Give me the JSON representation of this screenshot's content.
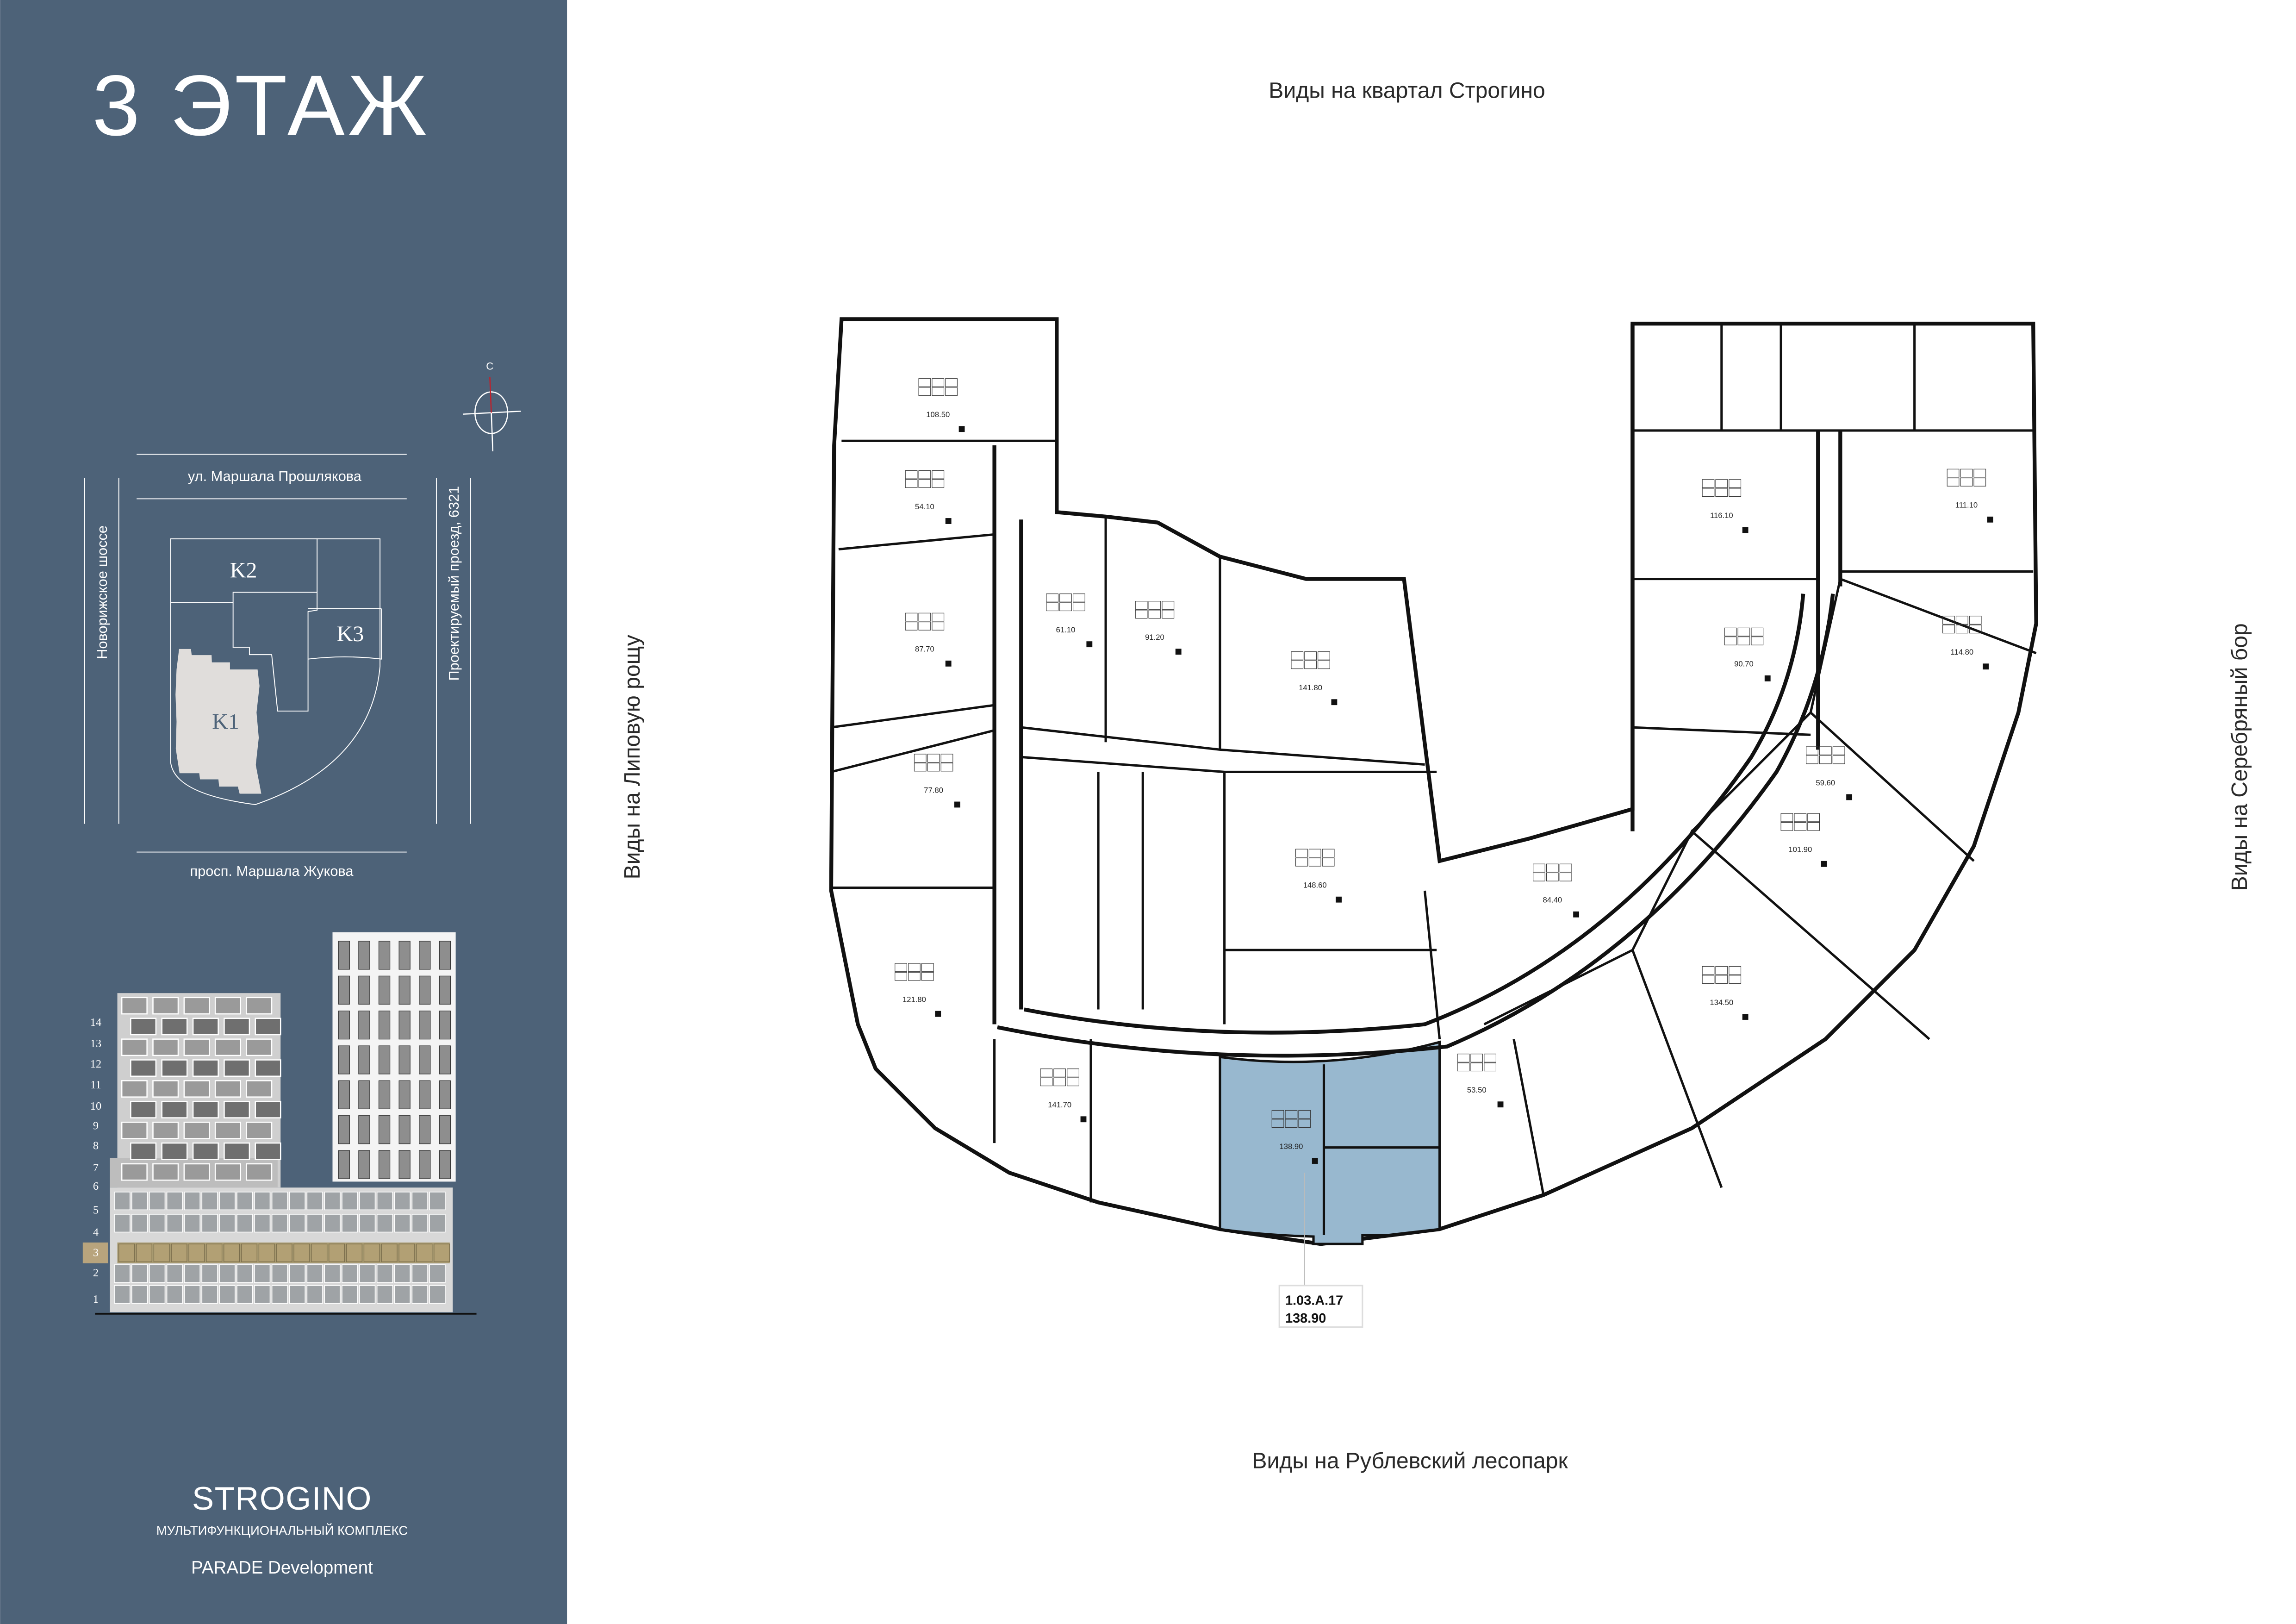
{
  "header": {
    "title": "3 ЭТАЖ"
  },
  "views": {
    "top": "Виды на квартал Строгино",
    "bottom": "Виды на Рублевский лесопарк",
    "left": "Виды на Липовую рощу",
    "right": "Виды на Серебряный бор"
  },
  "site_plan": {
    "compass_label": "С",
    "street_top": "ул. Маршала Прошлякова",
    "street_bottom": "просп. Маршала Жукова",
    "street_left": "Новорижское шоссе",
    "street_right": "Проектируемый проезд, 6321",
    "buildings": [
      "K1",
      "K2",
      "K3"
    ],
    "selected_building": "K1"
  },
  "elevation": {
    "floors": [
      "14",
      "13",
      "12",
      "11",
      "10",
      "9",
      "8",
      "7",
      "6",
      "5",
      "4",
      "3",
      "2",
      "1"
    ],
    "selected_floor": "3"
  },
  "rooms": [
    "108.50",
    "54.10",
    "87.70",
    "77.80",
    "121.80",
    "61.10",
    "91.20",
    "141.80",
    "148.60",
    "141.70",
    "138.90",
    "53.50",
    "84.40",
    "134.50",
    "101.90",
    "59.60",
    "114.80",
    "90.70",
    "116.10",
    "111.10"
  ],
  "selected_unit": {
    "code": "1.03.A.17",
    "area": "138.90"
  },
  "branding": {
    "name": "STROGINO",
    "subtitle": "МУЛЬТИФУНКЦИОНАЛЬНЫЙ КОМПЛЕКС",
    "developer": "PARADE Development"
  },
  "colors": {
    "panel": "#4d6278",
    "selected_unit": "#98b8cf",
    "selected_floor": "#b8a47d"
  }
}
